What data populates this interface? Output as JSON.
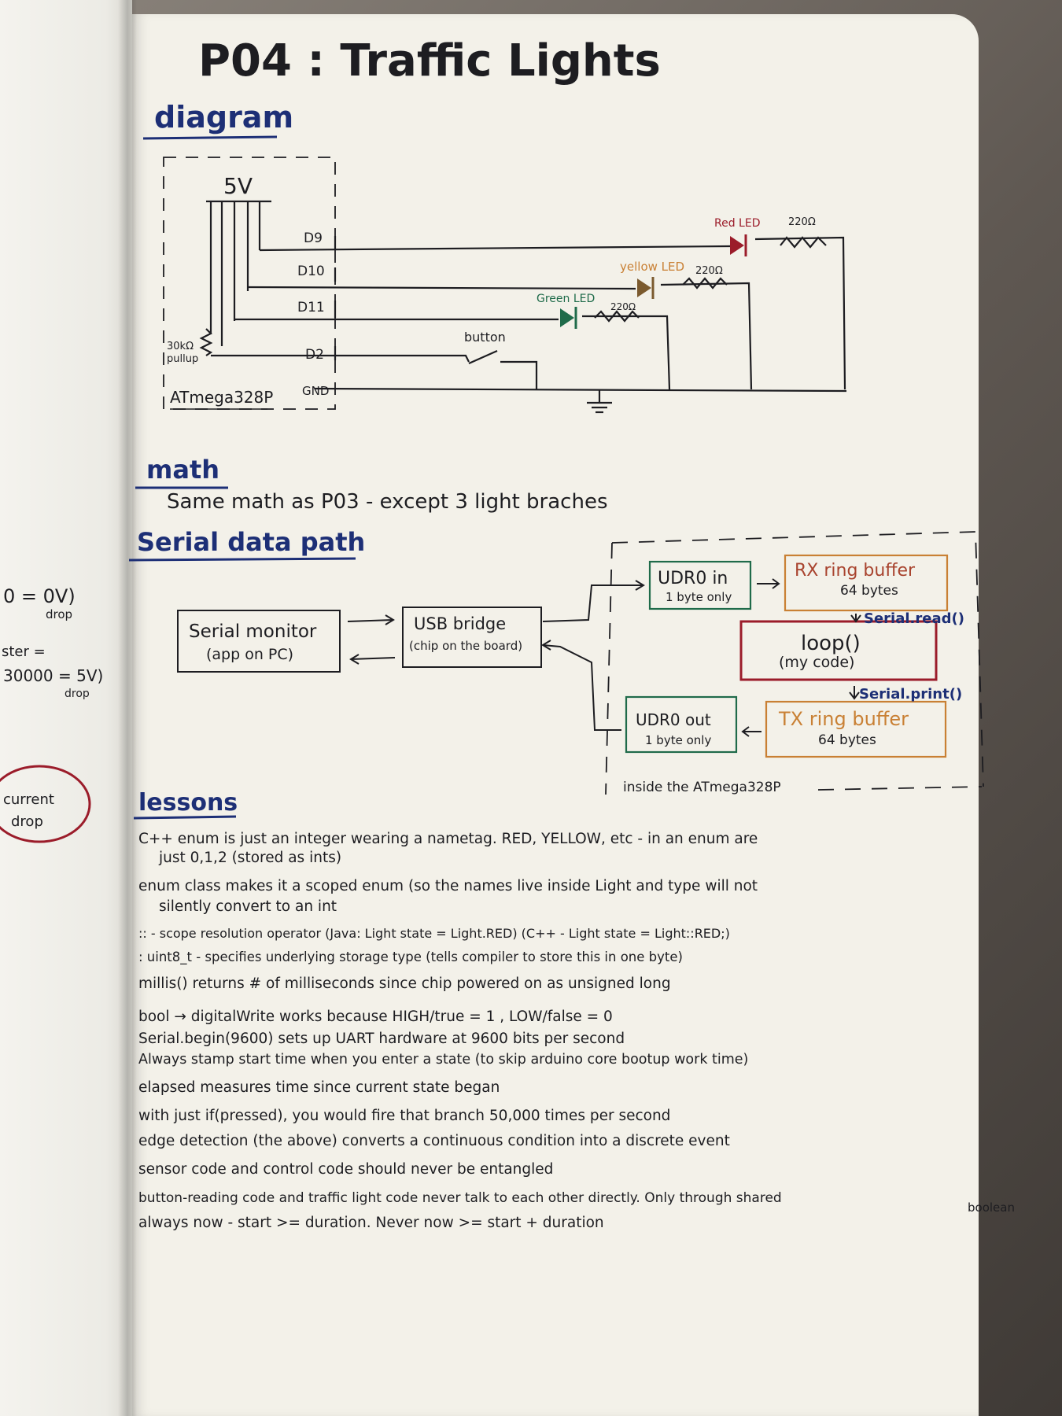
{
  "page_title": "P04 : Traffic Lights",
  "sections": {
    "diagram": "diagram",
    "math": "math",
    "serial": "Serial data path",
    "lessons": "lessons"
  },
  "circuit": {
    "voltage": "5V",
    "pins": [
      "D9",
      "D10",
      "D11",
      "D2",
      "GND"
    ],
    "pullup": [
      "30kΩ",
      "pullup"
    ],
    "chip_label": "ATmega328P",
    "red_led": "Red LED",
    "yellow_led": "yellow LED",
    "green_led": "Green LED",
    "resistor": "220Ω",
    "button": "button"
  },
  "math_text": "Same math as P03 - except 3 light braches",
  "serial_path": {
    "monitor": [
      "Serial monitor",
      "(app on PC)"
    ],
    "bridge": [
      "USB bridge",
      "(chip on the board)"
    ],
    "udr0_in": [
      "UDR0 in",
      "1 byte only"
    ],
    "udr0_out": [
      "UDR0 out",
      "1 byte only"
    ],
    "rx_buffer": [
      "RX ring buffer",
      "64 bytes"
    ],
    "tx_buffer": [
      "TX ring buffer",
      "64 bytes"
    ],
    "loop": [
      "loop()",
      "(my code)"
    ],
    "serial_read": "Serial.read()",
    "serial_print": "Serial.print()",
    "inside_label": "inside the ATmega328P"
  },
  "lessons": [
    "C++ enum is just an integer wearing a nametag. RED, YELLOW, etc - in an enum are",
    "just 0,1,2 (stored as ints)",
    "enum class makes it a scoped enum (so the names live inside Light and type will not",
    "silently convert to an int",
    ":: - scope resolution operator (Java: Light state = Light.RED) (C++ - Light state = Light::RED;)",
    ": uint8_t - specifies underlying storage type (tells compiler to store this in one byte)",
    "millis() returns # of milliseconds since chip powered on as unsigned long",
    "bool → digitalWrite works because HIGH/true = 1 , LOW/false = 0",
    "Serial.begin(9600) sets up UART hardware at 9600 bits per second",
    "Always stamp start time when you enter a state (to skip arduino core bootup work time)",
    "elapsed measures time since current state began",
    "with just if(pressed), you would fire that branch 50,000 times per second",
    "edge detection (the above) converts a continuous condition into a discrete event",
    "sensor code and control code should never be entangled",
    "button-reading code and traffic light code never talk to each other directly. Only through shared",
    "boolean",
    "always now - start >= duration. Never now >= start + duration"
  ],
  "margin_notes": [
    "0 = 0V)",
    "drop",
    "ster =",
    "30000 = 5V)",
    "drop",
    "current",
    "drop"
  ],
  "colors": {
    "ink_black": "#1d1d21",
    "ink_blue": "#1d2f76",
    "red_ink": "#9b1c2a",
    "orange_ink": "#c98034",
    "green_ink": "#1f6b4a",
    "paper": "#f3f1e9"
  }
}
